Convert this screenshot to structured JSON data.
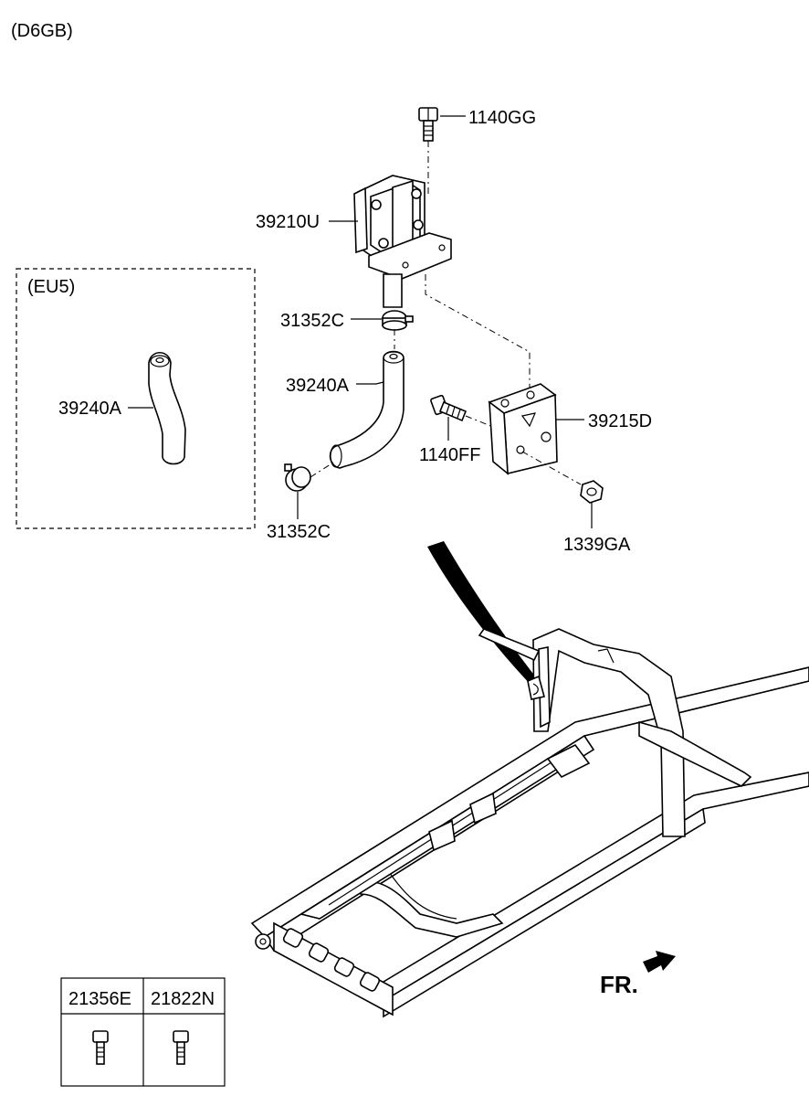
{
  "variant_label": "(D6GB)",
  "region_label": "(EU5)",
  "front_indicator": "FR.",
  "callouts": {
    "bolt_top": "1140GG",
    "canister": "39210U",
    "clamp_upper": "31352C",
    "hose": "39240A",
    "hose_eu5": "39240A",
    "clamp_lower": "31352C",
    "bolt_bracket": "1140FF",
    "bracket": "39215D",
    "nut": "1339GA"
  },
  "legend_table": {
    "columns": [
      "21356E",
      "21822N"
    ]
  }
}
